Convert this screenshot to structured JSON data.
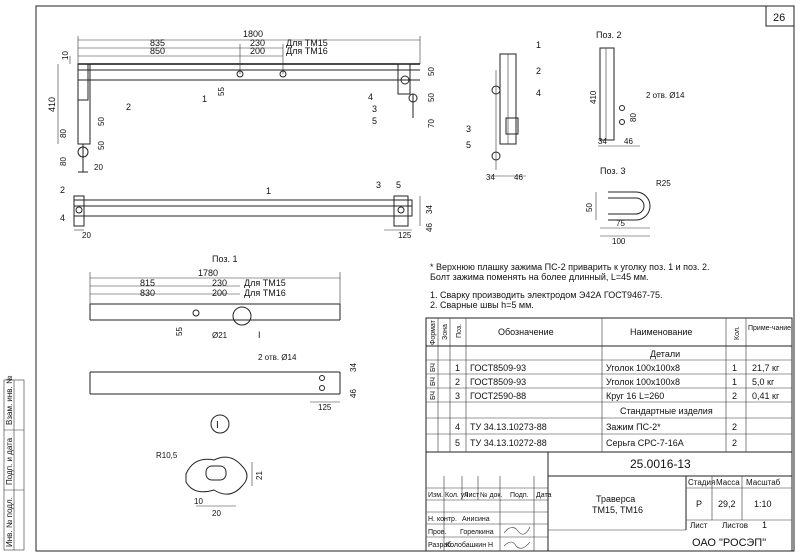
{
  "page_number": "26",
  "views": {
    "main_top": {
      "dims": [
        "1800",
        "835",
        "850",
        "230",
        "200",
        "Для ТМ15",
        "Для ТМ16",
        "410",
        "10",
        "55",
        "80",
        "50",
        "50",
        "50",
        "50",
        "70",
        "80",
        "20"
      ],
      "callouts": [
        "1",
        "2",
        "3",
        "4",
        "5"
      ]
    },
    "main_plan": {
      "dims": [
        "34",
        "20",
        "125",
        "46"
      ],
      "callouts": [
        "1",
        "2",
        "3",
        "4",
        "5"
      ]
    },
    "side_view": {
      "dims": [
        "34",
        "46"
      ],
      "callouts": [
        "1",
        "2",
        "3",
        "4",
        "5"
      ]
    },
    "poz2": {
      "title": "Поз. 2",
      "dims": [
        "410",
        "2 отв. Ø14",
        "80",
        "34",
        "46"
      ]
    },
    "poz3": {
      "title": "Поз. 3",
      "dims": [
        "R25",
        "50",
        "75",
        "100"
      ]
    },
    "poz1": {
      "title": "Поз. 1",
      "dims": [
        "1780",
        "815",
        "230",
        "Для ТМ15",
        "830",
        "200",
        "Для ТМ16",
        "55",
        "Ø21",
        "2 отв. Ø14",
        "34",
        "125",
        "46"
      ],
      "detail_mark": "I"
    },
    "detail_I": {
      "mark": "I",
      "dims": [
        "R10,5",
        "21",
        "10",
        "20"
      ]
    }
  },
  "notes": {
    "asterisk": "* Верхнюю плашку зажима ПС-2 приварить к уголку поз. 1 и поз. 2.",
    "asterisk2": "Болт зажима поменять на более длинный, L=45 мм.",
    "n1": "1. Сварку производить электродом Э42А ГОСТ9467-75.",
    "n2": "2. Сварные швы h=5 мм."
  },
  "spec": {
    "headers": {
      "format": "Формат",
      "zone": "Зона",
      "pos": "Поз.",
      "designation": "Обозначение",
      "name": "Наименование",
      "qty": "Кол.",
      "note": "Приме-чание"
    },
    "section_details": "Детали",
    "rows": [
      {
        "format": "БЧ",
        "pos": "1",
        "designation": "ГОСТ8509-93",
        "name": "Уголок 100х100х8",
        "qty": "1",
        "note": "21,7 кг"
      },
      {
        "format": "БЧ",
        "pos": "2",
        "designation": "ГОСТ8509-93",
        "name": "Уголок 100х100х8",
        "qty": "1",
        "note": "5,0 кг"
      },
      {
        "format": "БЧ",
        "pos": "3",
        "designation": "ГОСТ2590-88",
        "name": "Круг 16 L=260",
        "qty": "2",
        "note": "0,41 кг"
      }
    ],
    "section_standard": "Стандартные изделия",
    "std_rows": [
      {
        "pos": "4",
        "designation": "ТУ 34.13.10273-88",
        "name": "Зажим ПС-2*",
        "qty": "2"
      },
      {
        "pos": "5",
        "designation": "ТУ 34.13.10272-88",
        "name": "Серьга СРС-7-16А",
        "qty": "2"
      }
    ]
  },
  "title_block": {
    "doc_number": "25.0016-13",
    "name_line1": "Траверса",
    "name_line2": "ТМ15, ТМ16",
    "stage_label": "Стадия",
    "mass_label": "Масса",
    "scale_label": "Масштаб",
    "stage": "Р",
    "mass": "29,2",
    "scale": "1:10",
    "sheet_label": "Лист",
    "sheets_label": "Листов",
    "sheets": "1",
    "org": "ОАО \"РОСЭП\"",
    "change_headers": [
      "Изм.",
      "Кол. уч",
      "Лист",
      "№ док.",
      "Подп.",
      "Дата"
    ],
    "roles": [
      {
        "role": "Н. контр.",
        "name": "Анисина"
      },
      {
        "role": "Пров.",
        "name": "Горелкина"
      },
      {
        "role": "Разраб.",
        "name": "Колобашкин Н"
      }
    ]
  },
  "side_stamps": [
    "Взам. инв. №",
    "Подп. и дата",
    "Инв. № подл."
  ]
}
